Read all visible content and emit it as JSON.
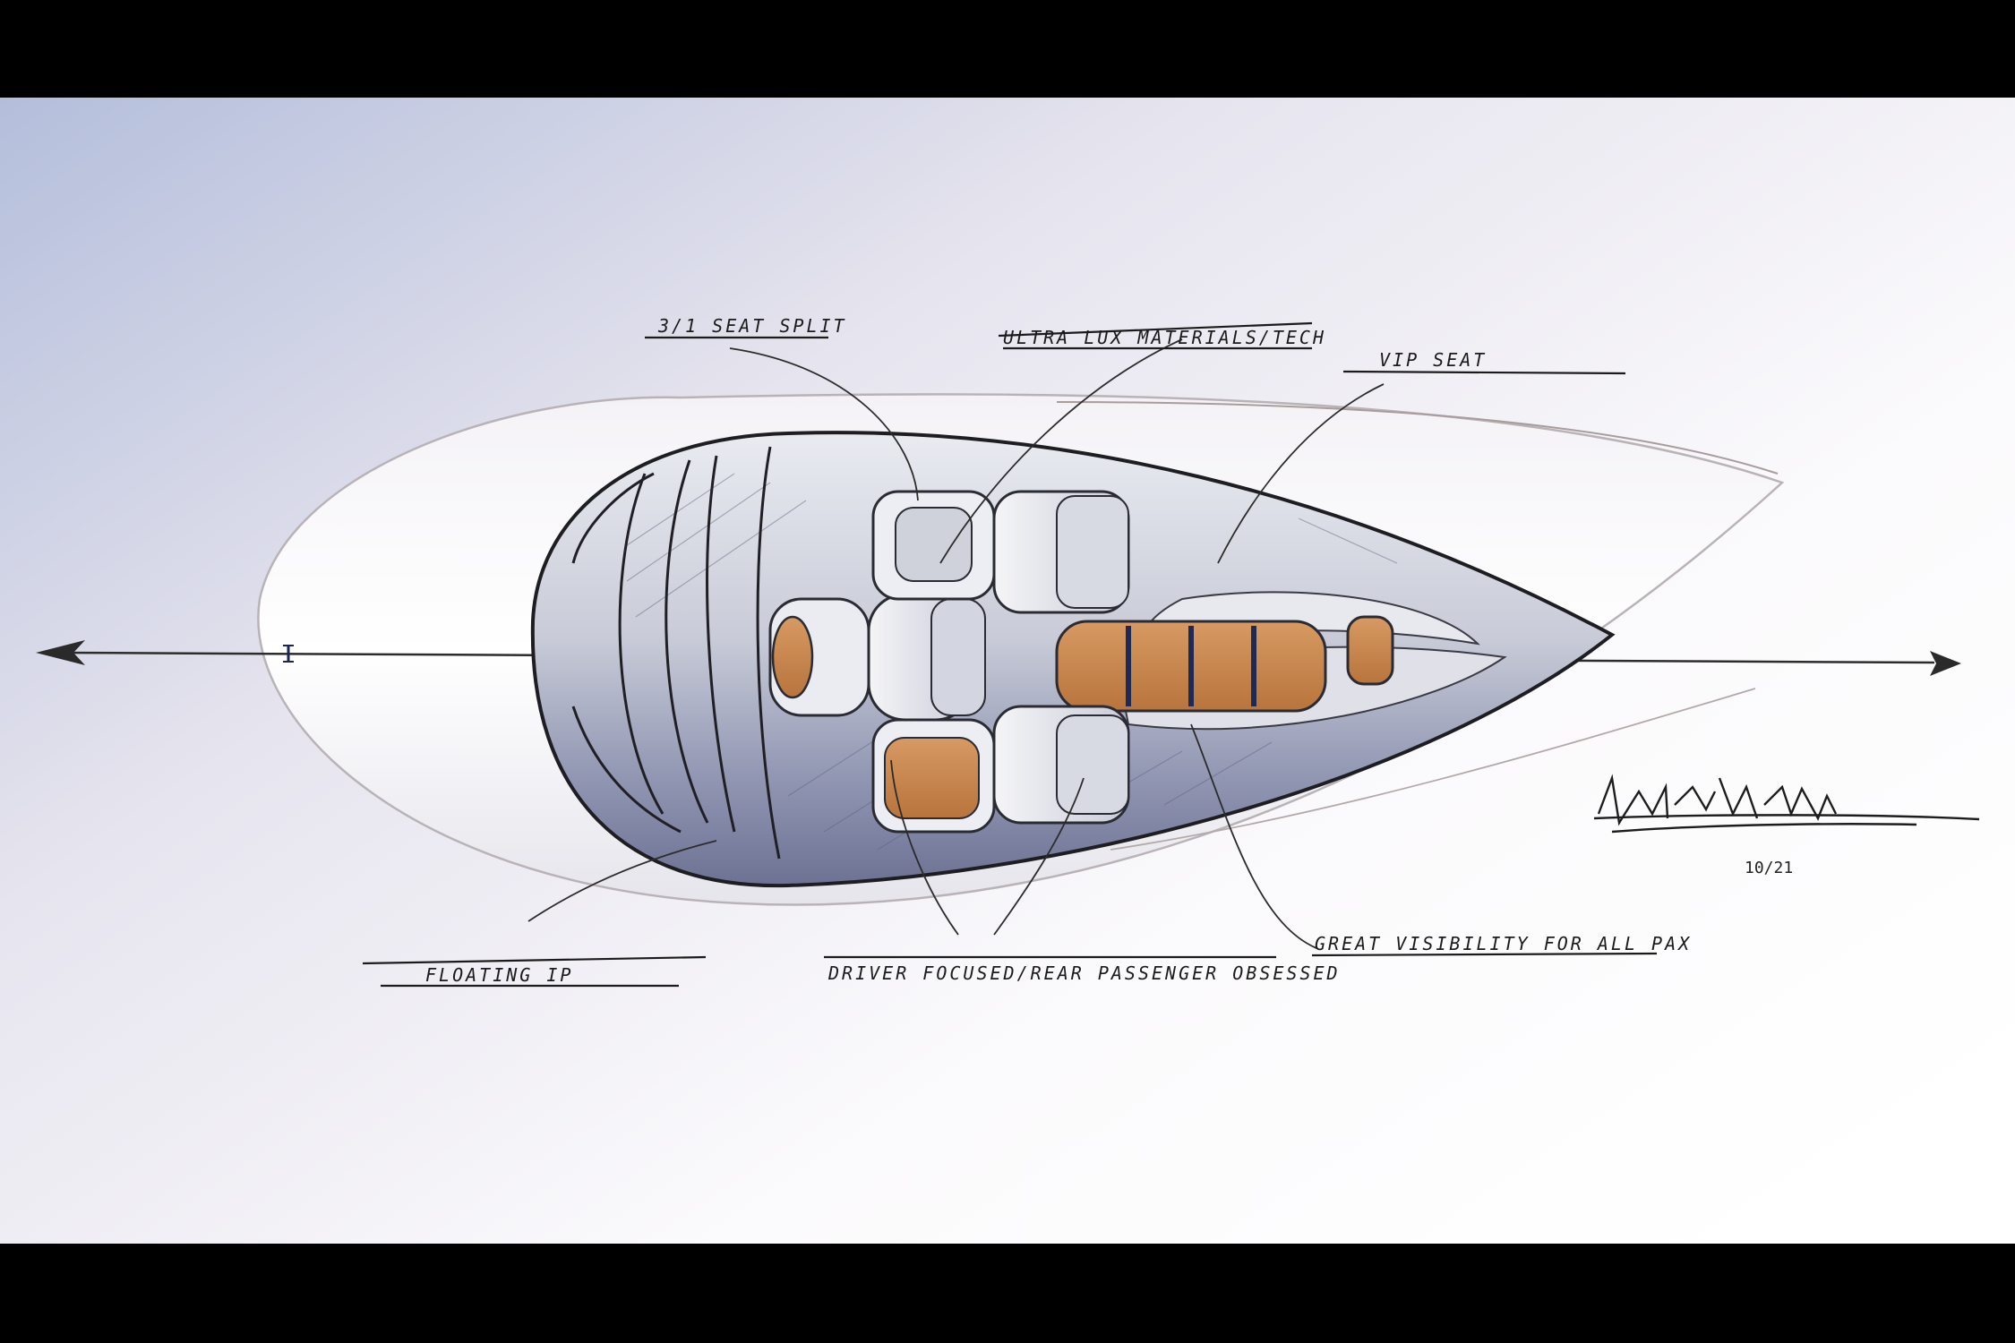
{
  "sketch": {
    "annotations": {
      "seat_split": "3/1 SEAT SPLIT",
      "ultra_lux": "ULTRA LUX MATERIALS/TECH",
      "vip_seat": "VIP SEAT",
      "floating_ip": "FLOATING IP",
      "driver_focused": "DRIVER FOCUSED/REAR PASSENGER OBSESSED",
      "great_visibility": "GREAT VISIBILITY FOR ALL PAX"
    },
    "signature_date": "10/21",
    "colors": {
      "background_blue": "#b4bedb",
      "background_white": "#ffffff",
      "seat_orange": "#c98a52",
      "glass_blue": "#7d83a4",
      "ink": "#1b1b1b"
    }
  }
}
